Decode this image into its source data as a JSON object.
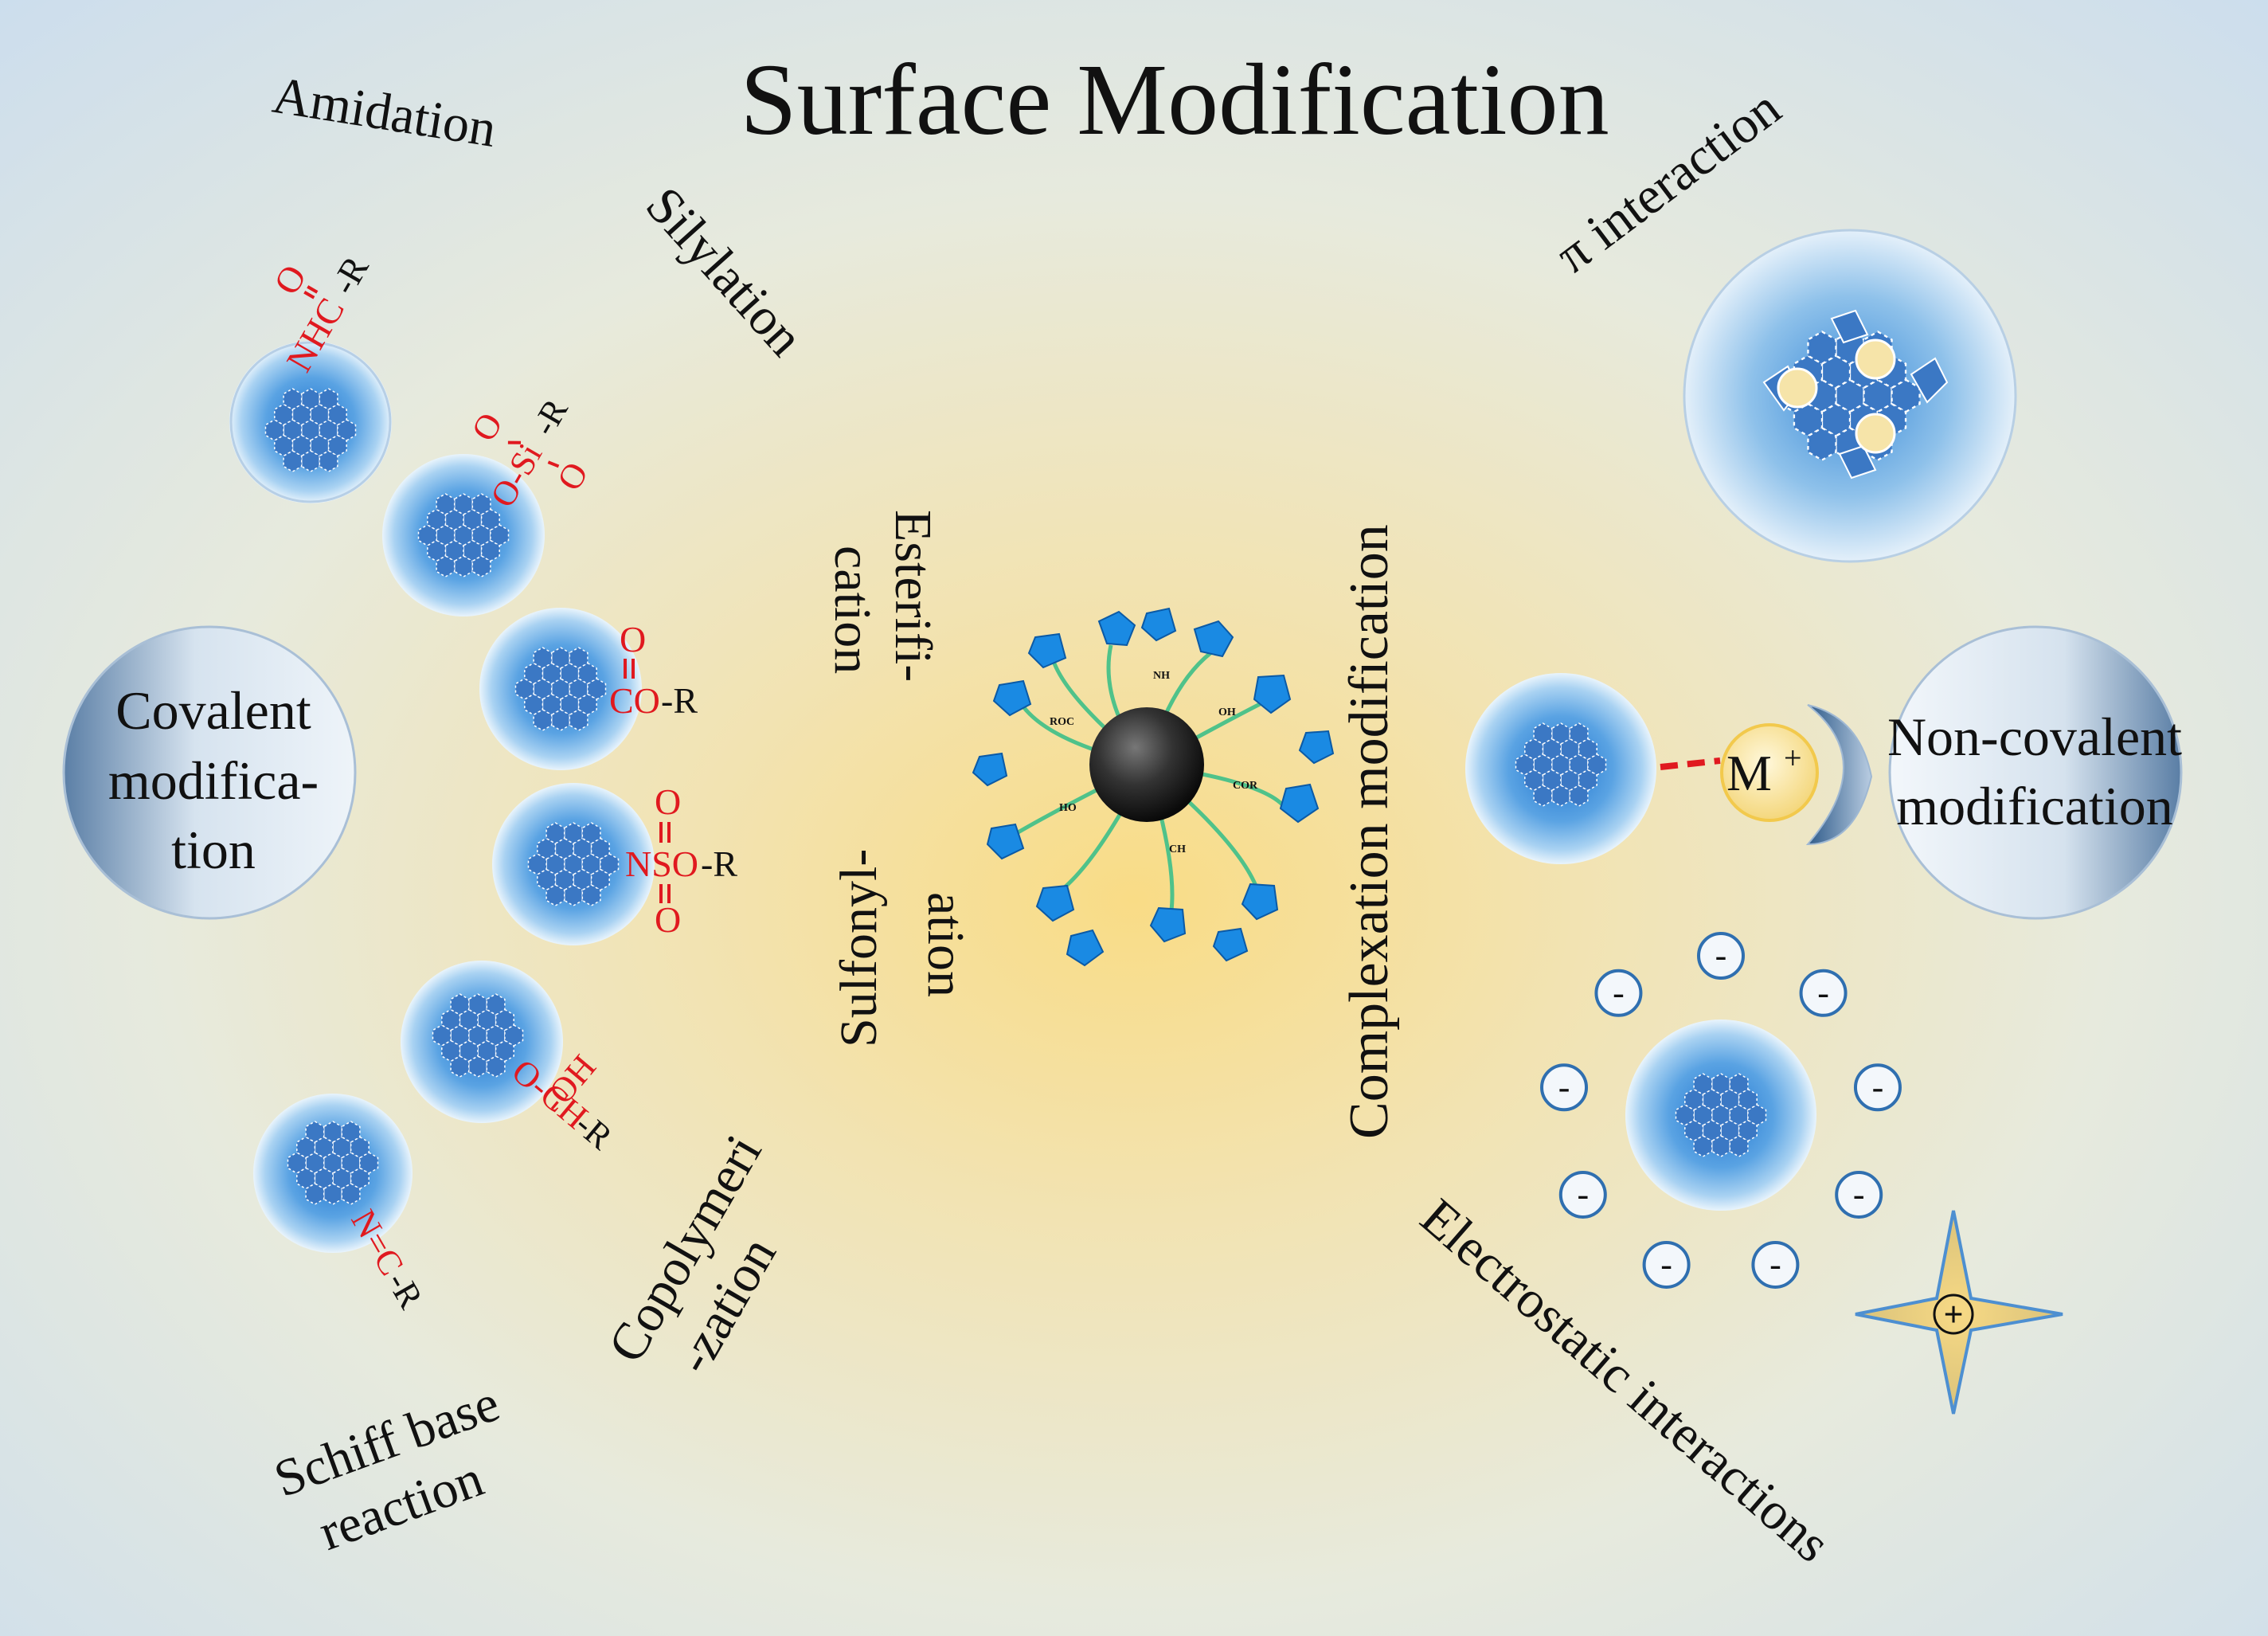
{
  "title": "Surface Modification",
  "covalent": {
    "line1": "Covalent",
    "line2": "modifica-",
    "line3": "tion"
  },
  "non_covalent": {
    "line1": "Non-covalent",
    "line2": "modification"
  },
  "methods": {
    "amidation": "Amidation",
    "silylation": "Silylation",
    "esterification": {
      "line1": "Esterifi-",
      "line2": "cation"
    },
    "sulfonylation": {
      "line1": "Sulfonyl-",
      "line2": "ation"
    },
    "copolymerization": {
      "line1": "Copolymeri",
      "line2": "-zation"
    },
    "schiff": {
      "line1": "Schiff base",
      "line2": "reaction"
    },
    "pi": "π interaction",
    "complexation": "Complexation modification",
    "electrostatic": "Electrostatic interactions"
  },
  "groups": {
    "amide": {
      "o": "O",
      "a": "NHC",
      "b": "-R"
    },
    "silyl": {
      "o1": "O",
      "a": "O-Si",
      "b": "-R",
      "o2": "O"
    },
    "ester": {
      "o": "O",
      "a": "CO",
      "b": "-R"
    },
    "sulfonyl": {
      "o1": "O",
      "a": "NSO",
      "b": "-R",
      "o2": "O"
    },
    "hydroxy": {
      "oh": "-OH",
      "a": "O-CH",
      "b": "-R"
    },
    "imine": {
      "a": "N=C",
      "b": "-R"
    }
  },
  "sphere_labels": [
    "ROC",
    "NH",
    "OH",
    "HO",
    "COR",
    "CH"
  ],
  "metal_ion": {
    "base": "M",
    "sup": "+"
  },
  "charges": {
    "negative": "-",
    "positive": "+"
  },
  "colors": {
    "group_red": "#e0191f",
    "particle_blue": "#3f89d6",
    "hex_blue": "#3b78c4",
    "ring_blue": "#2f6fb0",
    "center_glow": "#f7dd8c",
    "edge_blue": "#c6dcef"
  }
}
